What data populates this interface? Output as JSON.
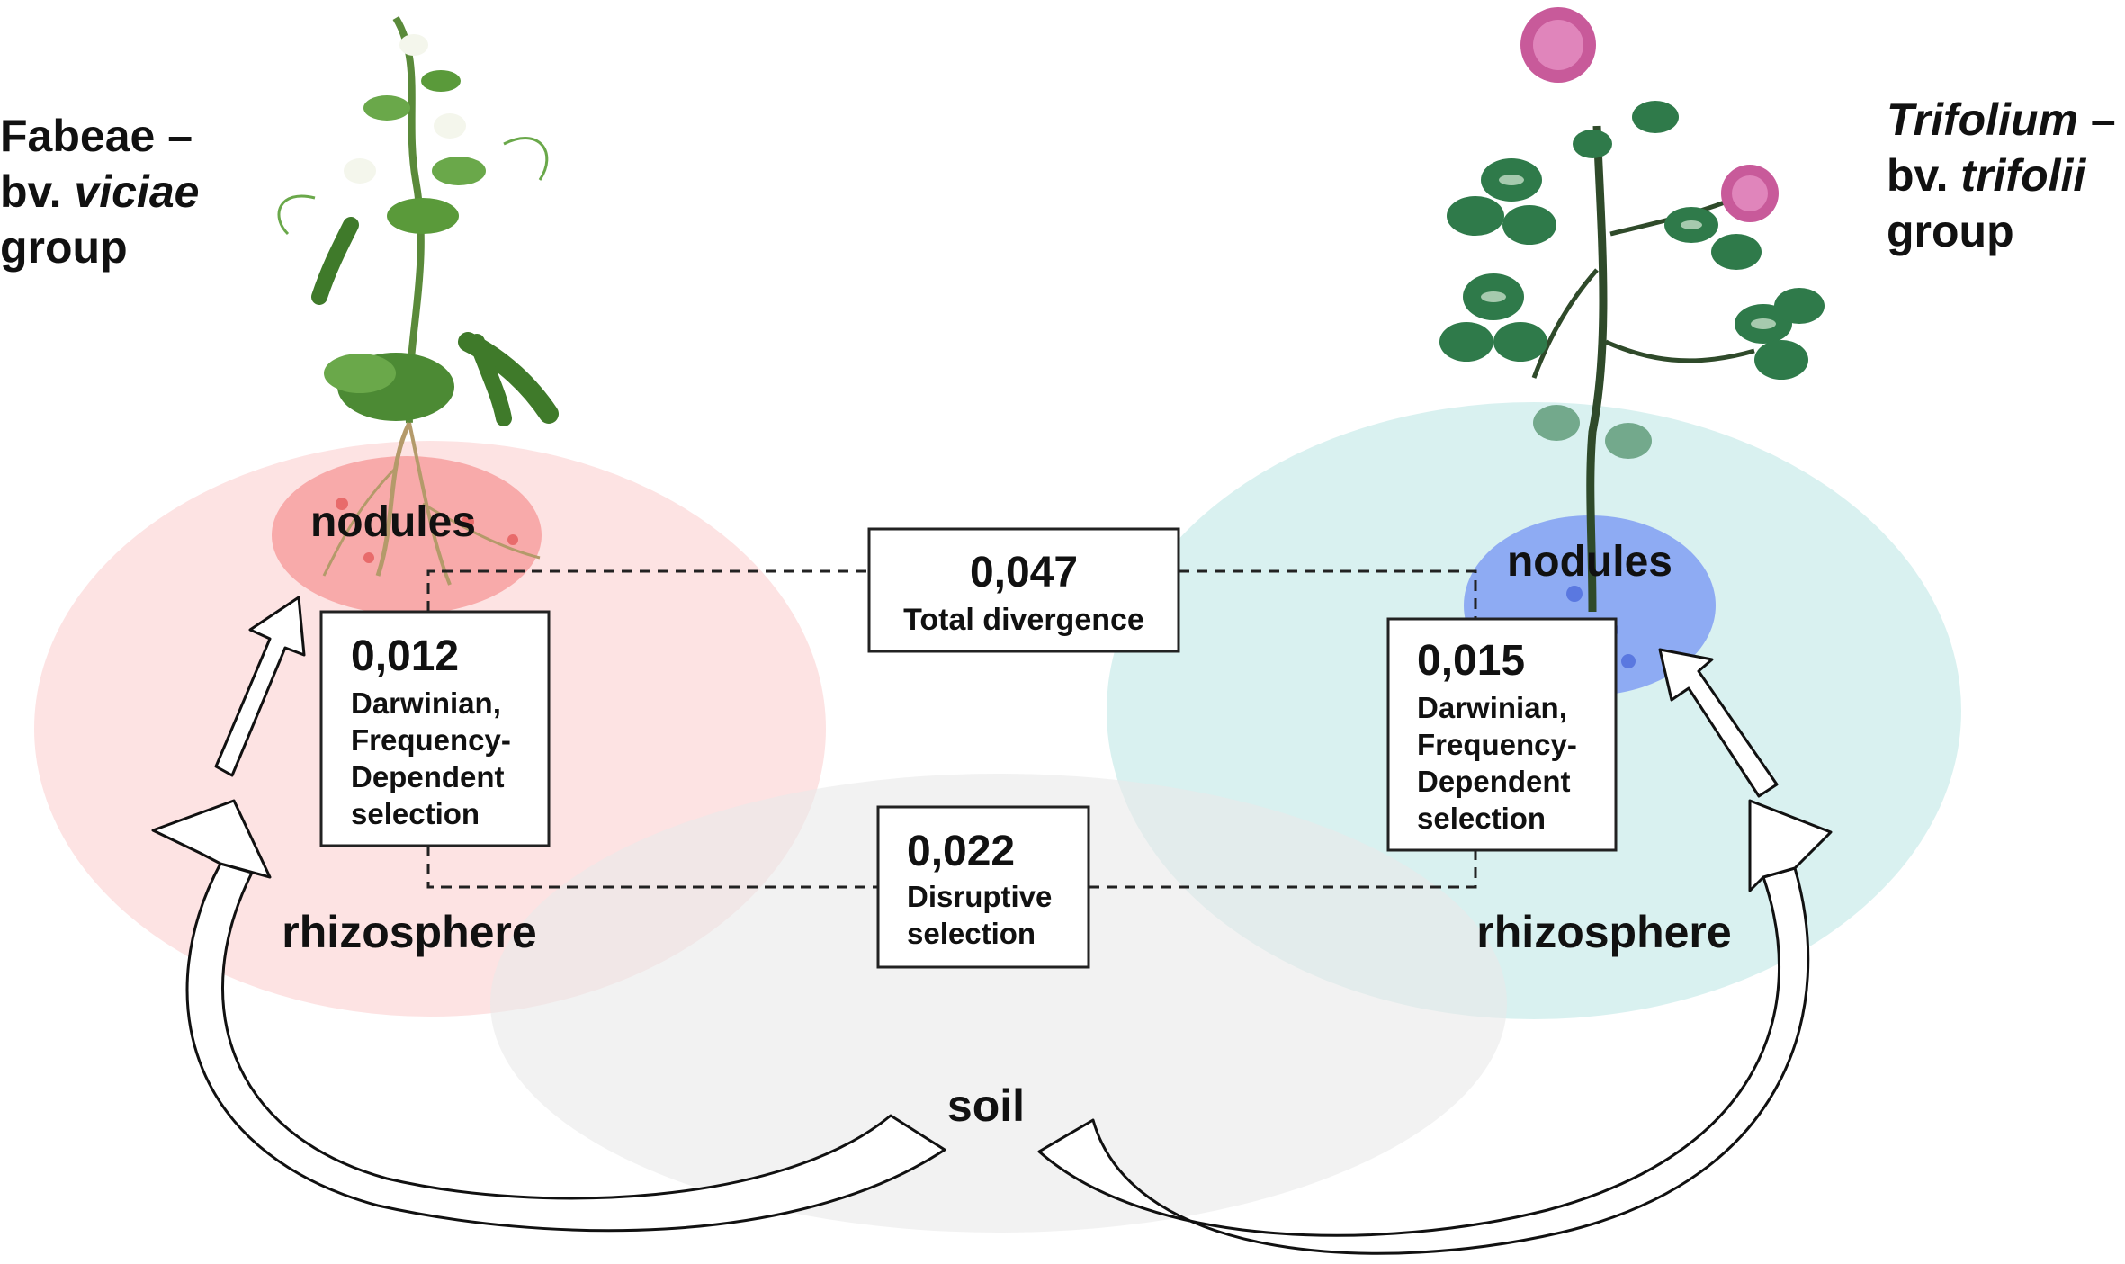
{
  "left_group": {
    "line1": "Fabeae –",
    "line2_prefix": "bv. ",
    "line2_italic": "viciae",
    "line3": "group"
  },
  "right_group": {
    "line1_italic": "Trifolium",
    "line1_suffix": " –",
    "line2_prefix": "bv. ",
    "line2_italic": "trifolii",
    "line3": "group"
  },
  "regions": {
    "left_nodules": "nodules",
    "right_nodules": "nodules",
    "left_rhizosphere": "rhizosphere",
    "right_rhizosphere": "rhizosphere",
    "soil": "soil"
  },
  "boxes": {
    "total": {
      "value": "0,047",
      "label": "Total divergence"
    },
    "left": {
      "value": "0,012",
      "lines": [
        "Darwinian,",
        "Frequency-",
        "Dependent",
        "selection"
      ]
    },
    "right": {
      "value": "0,015",
      "lines": [
        "Darwinian,",
        "Frequency-",
        "Dependent",
        "selection"
      ]
    },
    "disruptive": {
      "value": "0,022",
      "lines": [
        "Disruptive",
        "selection"
      ]
    }
  },
  "colors": {
    "left_ellipse": "#fde3e3",
    "left_nodule": "#f7a3a3",
    "right_ellipse": "#d7f0ef",
    "right_nodule": "#8aa6f2",
    "soil_ellipse": "#efefef"
  },
  "icons": {
    "left_plant": "pea-plant-icon",
    "right_plant": "clover-plant-icon"
  }
}
